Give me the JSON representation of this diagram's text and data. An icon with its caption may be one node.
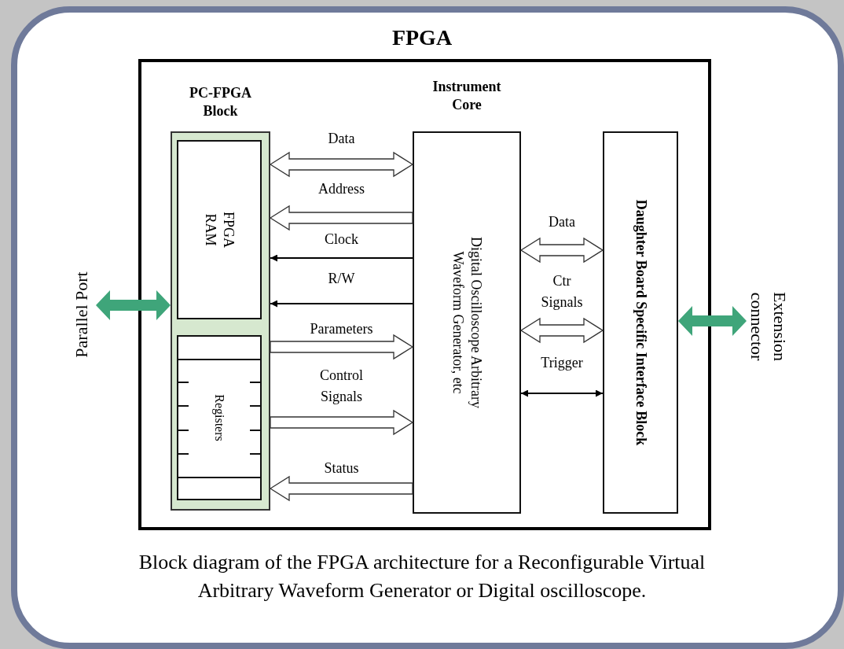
{
  "diagram": {
    "title": "FPGA",
    "caption": "Block diagram of the FPGA architecture for a Reconfigurable Virtual Arbitrary Waveform Generator or Digital oscilloscope.",
    "nodes": [
      {
        "text": [],
        "shape": "box"
      },
      {
        "text": [
          "PC-FPGA Block"
        ],
        "in": 0
      },
      {
        "text": [
          "FPGA RAM"
        ],
        "in": 1
      },
      {
        "text": [
          "Registers"
        ],
        "in": 1
      },
      {
        "text": [
          "Instrument Core",
          "Digital Oscilloscope Arbitrary Waveform Generator, etc"
        ],
        "in": 0
      },
      {
        "text": [
          "Daughter Board Specific Interface Block"
        ],
        "in": 0
      },
      {
        "text": [
          "Parallel Port"
        ]
      },
      {
        "text": [
          "Extension connector"
        ]
      }
    ],
    "edges": [
      {
        "from": 1,
        "to": 4,
        "arrow": "both",
        "label": "Data",
        "style": "thick"
      },
      {
        "from": 4,
        "to": 1,
        "arrow": "to",
        "label": "Address",
        "style": "thick"
      },
      {
        "from": 4,
        "to": 1,
        "arrow": "to",
        "label": "Clock"
      },
      {
        "from": 4,
        "to": 1,
        "arrow": "to",
        "label": "R/W"
      },
      {
        "from": 1,
        "to": 4,
        "arrow": "to",
        "label": "Parameters",
        "style": "thick"
      },
      {
        "from": 1,
        "to": 4,
        "arrow": "to",
        "label": "Control Signals",
        "style": "thick"
      },
      {
        "from": 4,
        "to": 1,
        "arrow": "to",
        "label": "Status",
        "style": "thick"
      },
      {
        "from": 4,
        "to": 5,
        "arrow": "both",
        "label": "Data",
        "style": "thick"
      },
      {
        "from": 4,
        "to": 5,
        "arrow": "both",
        "label": "Ctr Signals",
        "style": "thick"
      },
      {
        "from": 4,
        "to": 5,
        "arrow": "both",
        "label": "Trigger"
      },
      {
        "from": 6,
        "to": 1,
        "arrow": "both",
        "style": "thick",
        "color": "#3fa57a"
      },
      {
        "from": 5,
        "to": 7,
        "arrow": "both",
        "style": "thick",
        "color": "#3fa57a"
      }
    ]
  }
}
